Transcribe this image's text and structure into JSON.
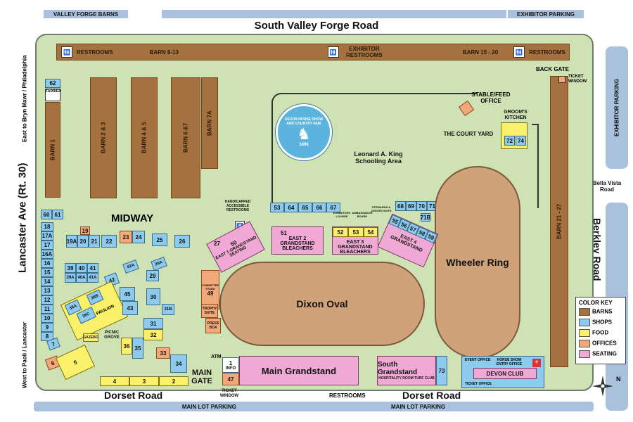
{
  "roads": {
    "top_left_strip": "VALLEY FORGE BARNS",
    "top_right_strip": "EXHIBITOR PARKING",
    "north_road": "South Valley Forge Road",
    "west_road": "Lancaster Ave (Rt. 30)",
    "west_top_note": "East to Bryn Mawr / Philadelphia",
    "west_bottom_note": "West to Paoli / Lancaster",
    "east_road": "Berkley Road",
    "east_exhibitor_parking": "EXHIBITOR PARKING",
    "bella_vista": "Bella Vista Road",
    "south_road_left": "Dorset Road",
    "south_road_right": "Dorset Road",
    "bottom_parking_left": "MAIN LOT PARKING",
    "bottom_parking_right": "MAIN LOT PARKING",
    "bottom_restrooms": "RESTROOMS"
  },
  "top_barn": {
    "restrooms_left": "RESTROOMS",
    "barns_left": "BARN 8-13",
    "exhibitor_restrooms": "EXHIBITOR RESTROOMS",
    "barns_right": "BARN 15 - 20",
    "restrooms_right": "RESTROOMS"
  },
  "barns": [
    "BARN 1",
    "BARN 2 & 3",
    "BARN 4 & 5",
    "BARN 6 &7",
    "BARN 7A",
    "BARN 21 - 27"
  ],
  "labels": {
    "midway": "MIDWAY",
    "farrier": "FARRIER",
    "stall_62": "62",
    "logo_text": "DEVON HORSE SHOW AND COUNTRY FAIR",
    "logo_year": "1896",
    "schooling_area": "Leonard A. King Schooling Area",
    "stable_office": "STABLE/FEED OFFICE",
    "court_yard": "THE COURT YARD",
    "grooms_kitchen": "GROOM'S KITCHEN",
    "back_gate": "BACK GATE",
    "ticket_window_back": "TICKET WINDOW",
    "handicapped": "HANDICAPPED ACCESSIBLE RESTROOMS",
    "picnic_grove": "PICNIC GROVE",
    "pavilion": "PAVILION",
    "gazebo": "GAZEBO",
    "main_gate": "MAIN GATE",
    "atm": "ATM",
    "ticket_window_main": "TICKET WINDOW",
    "committee_stand": "COMMITTEE STAND",
    "trophy_suite": "TROPHY SUITE",
    "press_box": "PRESS BOX",
    "exhibitors_lounge": "EXHIBITORS LOUNGE",
    "ambassadors_board": "AMBASSADOR BOARD",
    "stewards_office": "STEWARDS & JUDGES SUITE"
  },
  "rings": {
    "dixon": "Dixon Oval",
    "wheeler": "Wheeler Ring"
  },
  "seating": {
    "east1_num": "50",
    "east1_label": "EAST 1 GRANDSTAND SEATING",
    "east1_left_num": "27",
    "east2_num": "51",
    "east2_label": "EAST 2 GRANDSTAND BLEACHERS",
    "east3_nums": [
      "52",
      "53",
      "54"
    ],
    "east3_label": "EAST 3 GRANDSTAND BLEACHERS",
    "east4_nums": [
      "55",
      "56",
      "57",
      "58",
      "59"
    ],
    "east4_label": "EAST 4 GRANDSTAND",
    "main_grandstand": "Main Grandstand",
    "south_grandstand": "South Grandstand",
    "hospitality": "HOSPITALITY ROOM TURF CLUB",
    "stall_73": "73",
    "devon_club": "DEVON CLUB",
    "event_office": "EVENT OFFICE",
    "entry_office": "HORSE SHOW ENTRY OFFICE",
    "ticket_office": "TICKET OFFICE"
  },
  "stalls": {
    "row_top": [
      "53",
      "64",
      "65",
      "66",
      "67"
    ],
    "row_right": [
      "68",
      "69",
      "70",
      "71"
    ],
    "stall_71b": "71B",
    "kitchen_72": "72",
    "kitchen_74": "74",
    "s60": "60",
    "s61": "61",
    "left_col": [
      "18",
      "17A",
      "17",
      "16A",
      "16",
      "15",
      "14",
      "13",
      "12",
      "11",
      "10",
      "9",
      "8"
    ],
    "s7": "7",
    "s6": "6",
    "s5": "5",
    "s19": "19",
    "s19a": "19A",
    "s20": "20",
    "s21": "21",
    "s22": "22",
    "s23": "23",
    "s24": "24",
    "s25": "25",
    "s26": "26",
    "s39": "39",
    "s40": "40",
    "s41": "41",
    "s39a": "39A",
    "s40a": "40A",
    "s41a": "41A",
    "s42": "42",
    "s42a": "42A",
    "s29a": "29A",
    "s29": "29",
    "s38a": "38A",
    "s38b": "38B",
    "s38c": "38C",
    "s45": "45",
    "s43": "43",
    "s30": "30",
    "s31b": "31B",
    "s31": "31",
    "s32": "32",
    "s35": "35",
    "s36": "36",
    "s33": "33",
    "s34": "34",
    "s4": "4",
    "s3": "3",
    "s2": "2",
    "s1": "1",
    "info": "INFO",
    "s47": "47",
    "s49": "49"
  },
  "legend": {
    "title": "COLOR KEY",
    "items": [
      {
        "label": "BARNS",
        "color": "#a5713f"
      },
      {
        "label": "SHOPS",
        "color": "#8ccbee"
      },
      {
        "label": "FOOD",
        "color": "#fbf06a"
      },
      {
        "label": "OFFICES",
        "color": "#f2a878"
      },
      {
        "label": "SEATING",
        "color": "#f0a9d4"
      }
    ]
  },
  "compass": "N"
}
